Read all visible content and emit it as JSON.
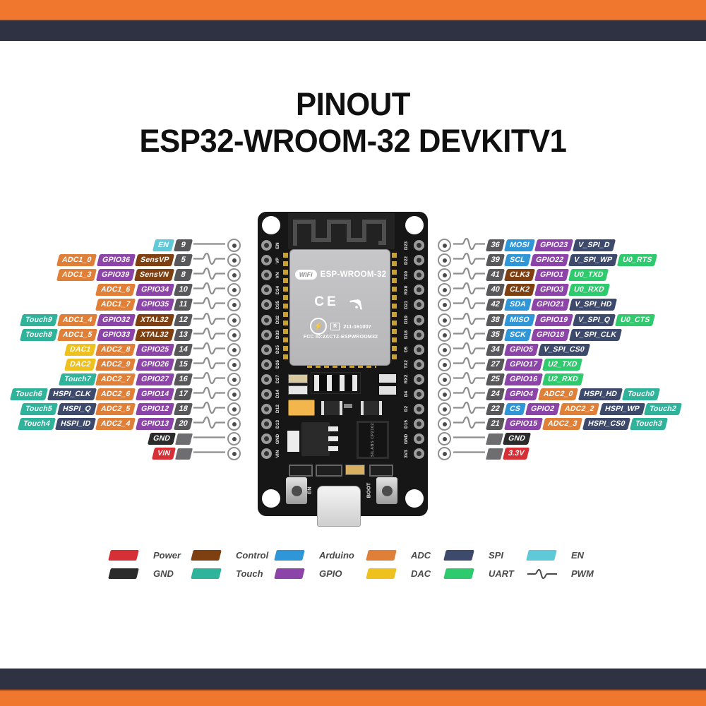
{
  "title": {
    "line1": "PINOUT",
    "line2": "ESP32-WROOM-32 DEVKITV1"
  },
  "colors": {
    "accent_orange": "#f0782e",
    "bar_dark": "#2f3243",
    "power": "#d62f35",
    "gnd": "#2b2b2b",
    "control": "#7e3f11",
    "touch": "#2fb39a",
    "arduino": "#2f96d8",
    "gpio": "#8c44a8",
    "adc": "#e07f38",
    "dac": "#eec11e",
    "spi": "#3d4a6c",
    "uart": "#2fc96e",
    "en": "#5fc9d8",
    "pin_number": "#58585a",
    "pin_pad": "#6e6e70",
    "wire": "#8e8e8e",
    "legend_text": "#4a4a4a"
  },
  "left_pins": [
    {
      "num": "9",
      "pwm": false,
      "pad": false,
      "badges": [
        {
          "t": "EN",
          "c": "en"
        }
      ]
    },
    {
      "num": "5",
      "pwm": true,
      "pad": false,
      "badges": [
        {
          "t": "ADC1_0",
          "c": "adc"
        },
        {
          "t": "GPIO36",
          "c": "gpio"
        },
        {
          "t": "SensVP",
          "c": "control"
        }
      ]
    },
    {
      "num": "8",
      "pwm": true,
      "pad": false,
      "badges": [
        {
          "t": "ADC1_3",
          "c": "adc"
        },
        {
          "t": "GPIO39",
          "c": "gpio"
        },
        {
          "t": "SensVN",
          "c": "control"
        }
      ]
    },
    {
      "num": "10",
      "pwm": true,
      "pad": false,
      "badges": [
        {
          "t": "ADC1_6",
          "c": "adc"
        },
        {
          "t": "GPIO34",
          "c": "gpio"
        }
      ]
    },
    {
      "num": "11",
      "pwm": true,
      "pad": false,
      "badges": [
        {
          "t": "ADC1_7",
          "c": "adc"
        },
        {
          "t": "GPIO35",
          "c": "gpio"
        }
      ]
    },
    {
      "num": "12",
      "pwm": true,
      "pad": false,
      "badges": [
        {
          "t": "Touch9",
          "c": "touch"
        },
        {
          "t": "ADC1_4",
          "c": "adc"
        },
        {
          "t": "GPIO32",
          "c": "gpio"
        },
        {
          "t": "XTAL32",
          "c": "control"
        }
      ]
    },
    {
      "num": "13",
      "pwm": true,
      "pad": false,
      "badges": [
        {
          "t": "Touch8",
          "c": "touch"
        },
        {
          "t": "ADC1_5",
          "c": "adc"
        },
        {
          "t": "GPIO33",
          "c": "gpio"
        },
        {
          "t": "XTAL32",
          "c": "control"
        }
      ]
    },
    {
      "num": "14",
      "pwm": true,
      "pad": false,
      "badges": [
        {
          "t": "DAC1",
          "c": "dac"
        },
        {
          "t": "ADC2_8",
          "c": "adc"
        },
        {
          "t": "GPIO25",
          "c": "gpio"
        }
      ]
    },
    {
      "num": "15",
      "pwm": true,
      "pad": false,
      "badges": [
        {
          "t": "DAC2",
          "c": "dac"
        },
        {
          "t": "ADC2_9",
          "c": "adc"
        },
        {
          "t": "GPIO26",
          "c": "gpio"
        }
      ]
    },
    {
      "num": "16",
      "pwm": true,
      "pad": false,
      "badges": [
        {
          "t": "Touch7",
          "c": "touch"
        },
        {
          "t": "ADC2_7",
          "c": "adc"
        },
        {
          "t": "GPIO27",
          "c": "gpio"
        }
      ]
    },
    {
      "num": "17",
      "pwm": true,
      "pad": false,
      "badges": [
        {
          "t": "Touch6",
          "c": "touch"
        },
        {
          "t": "HSPI_CLK",
          "c": "spi"
        },
        {
          "t": "ADC2_6",
          "c": "adc"
        },
        {
          "t": "GPIO14",
          "c": "gpio"
        }
      ]
    },
    {
      "num": "18",
      "pwm": true,
      "pad": false,
      "badges": [
        {
          "t": "Touch5",
          "c": "touch"
        },
        {
          "t": "HSPI_Q",
          "c": "spi"
        },
        {
          "t": "ADC2_5",
          "c": "adc"
        },
        {
          "t": "GPIO12",
          "c": "gpio"
        }
      ]
    },
    {
      "num": "20",
      "pwm": true,
      "pad": false,
      "badges": [
        {
          "t": "Touch4",
          "c": "touch"
        },
        {
          "t": "HSPI_ID",
          "c": "spi"
        },
        {
          "t": "ADC2_4",
          "c": "adc"
        },
        {
          "t": "GPIO13",
          "c": "gpio"
        }
      ]
    },
    {
      "num": null,
      "pwm": false,
      "pad": true,
      "badges": [
        {
          "t": "GND",
          "c": "gnd"
        }
      ]
    },
    {
      "num": null,
      "pwm": false,
      "pad": true,
      "badges": [
        {
          "t": "VIN",
          "c": "power"
        }
      ]
    }
  ],
  "right_pins": [
    {
      "num": "36",
      "pwm": true,
      "pad": false,
      "badges": [
        {
          "t": "MOSI",
          "c": "arduino"
        },
        {
          "t": "GPIO23",
          "c": "gpio"
        },
        {
          "t": "V_SPI_D",
          "c": "spi"
        }
      ]
    },
    {
      "num": "39",
      "pwm": true,
      "pad": false,
      "badges": [
        {
          "t": "SCL",
          "c": "arduino"
        },
        {
          "t": "GPIO22",
          "c": "gpio"
        },
        {
          "t": "V_SPI_WP",
          "c": "spi"
        },
        {
          "t": "U0_RTS",
          "c": "uart"
        }
      ]
    },
    {
      "num": "41",
      "pwm": true,
      "pad": false,
      "badges": [
        {
          "t": "CLK3",
          "c": "control"
        },
        {
          "t": "GPIO1",
          "c": "gpio"
        },
        {
          "t": "U0_TXD",
          "c": "uart"
        }
      ]
    },
    {
      "num": "40",
      "pwm": true,
      "pad": false,
      "badges": [
        {
          "t": "CLK2",
          "c": "control"
        },
        {
          "t": "GPIO3",
          "c": "gpio"
        },
        {
          "t": "U0_RXD",
          "c": "uart"
        }
      ]
    },
    {
      "num": "42",
      "pwm": true,
      "pad": false,
      "badges": [
        {
          "t": "SDA",
          "c": "arduino"
        },
        {
          "t": "GPIO21",
          "c": "gpio"
        },
        {
          "t": "V_SPI_HD",
          "c": "spi"
        }
      ]
    },
    {
      "num": "38",
      "pwm": true,
      "pad": false,
      "badges": [
        {
          "t": "MISO",
          "c": "arduino"
        },
        {
          "t": "GPIO19",
          "c": "gpio"
        },
        {
          "t": "V_SPI_Q",
          "c": "spi"
        },
        {
          "t": "U0_CTS",
          "c": "uart"
        }
      ]
    },
    {
      "num": "35",
      "pwm": true,
      "pad": false,
      "badges": [
        {
          "t": "SCK",
          "c": "arduino"
        },
        {
          "t": "GPIO18",
          "c": "gpio"
        },
        {
          "t": "V_SPI_CLK",
          "c": "spi"
        }
      ]
    },
    {
      "num": "34",
      "pwm": true,
      "pad": false,
      "badges": [
        {
          "t": "GPIO5",
          "c": "gpio"
        },
        {
          "t": "V_SPI_CS0",
          "c": "spi"
        }
      ]
    },
    {
      "num": "27",
      "pwm": true,
      "pad": false,
      "badges": [
        {
          "t": "GPIO17",
          "c": "gpio"
        },
        {
          "t": "U2_TXD",
          "c": "uart"
        }
      ]
    },
    {
      "num": "25",
      "pwm": true,
      "pad": false,
      "badges": [
        {
          "t": "GPIO16",
          "c": "gpio"
        },
        {
          "t": "U2_RXD",
          "c": "uart"
        }
      ]
    },
    {
      "num": "24",
      "pwm": true,
      "pad": false,
      "badges": [
        {
          "t": "GPIO4",
          "c": "gpio"
        },
        {
          "t": "ADC2_0",
          "c": "adc"
        },
        {
          "t": "HSPI_HD",
          "c": "spi"
        },
        {
          "t": "Touch0",
          "c": "touch"
        }
      ]
    },
    {
      "num": "22",
      "pwm": true,
      "pad": false,
      "badges": [
        {
          "t": "CS",
          "c": "arduino"
        },
        {
          "t": "GPIO2",
          "c": "gpio"
        },
        {
          "t": "ADC2_2",
          "c": "adc"
        },
        {
          "t": "HSPI_WP",
          "c": "spi"
        },
        {
          "t": "Touch2",
          "c": "touch"
        }
      ]
    },
    {
      "num": "21",
      "pwm": true,
      "pad": false,
      "badges": [
        {
          "t": "GPIO15",
          "c": "gpio"
        },
        {
          "t": "ADC2_3",
          "c": "adc"
        },
        {
          "t": "HSPI_CS0",
          "c": "spi"
        },
        {
          "t": "Touch3",
          "c": "touch"
        }
      ]
    },
    {
      "num": null,
      "pwm": false,
      "pad": true,
      "badges": [
        {
          "t": "GND",
          "c": "gnd"
        }
      ]
    },
    {
      "num": null,
      "pwm": false,
      "pad": true,
      "badges": [
        {
          "t": "3.3V",
          "c": "power"
        }
      ]
    }
  ],
  "board": {
    "module_label": "ESP-WROOM-32",
    "wifi_logo_text": "WiFi",
    "ce_mark": "CE",
    "cert_icon": "⚡",
    "r_box": "R",
    "cert_number": "211-161007",
    "fcc_id": "FCC ID:2ACTZ-ESPWROOM32",
    "en_button_label": "EN",
    "boot_button_label": "BOOT",
    "chip_label": "SILABS CP2102",
    "left_silkscreen": [
      "EN",
      "VP",
      "VN",
      "D34",
      "D35",
      "D32",
      "D33",
      "D25",
      "D26",
      "D27",
      "D14",
      "D12",
      "D13",
      "GND",
      "VIN"
    ],
    "right_silkscreen": [
      "D23",
      "D22",
      "TX0",
      "RX0",
      "D21",
      "D19",
      "D18",
      "D5",
      "TX2",
      "RX2",
      "D4",
      "D2",
      "D15",
      "GND",
      "3V3"
    ]
  },
  "legend": {
    "columns": [
      [
        {
          "label": "Power",
          "type": "power"
        },
        {
          "label": "GND",
          "type": "gnd"
        }
      ],
      [
        {
          "label": "Control",
          "type": "control"
        },
        {
          "label": "Touch",
          "type": "touch"
        }
      ],
      [
        {
          "label": "Arduino",
          "type": "arduino"
        },
        {
          "label": "GPIO",
          "type": "gpio"
        }
      ],
      [
        {
          "label": "ADC",
          "type": "adc"
        },
        {
          "label": "DAC",
          "type": "dac"
        }
      ],
      [
        {
          "label": "SPI",
          "type": "spi"
        },
        {
          "label": "UART",
          "type": "uart"
        }
      ],
      [
        {
          "label": "EN",
          "type": "en"
        },
        {
          "label": "PWM",
          "type": "pwm"
        }
      ]
    ]
  }
}
